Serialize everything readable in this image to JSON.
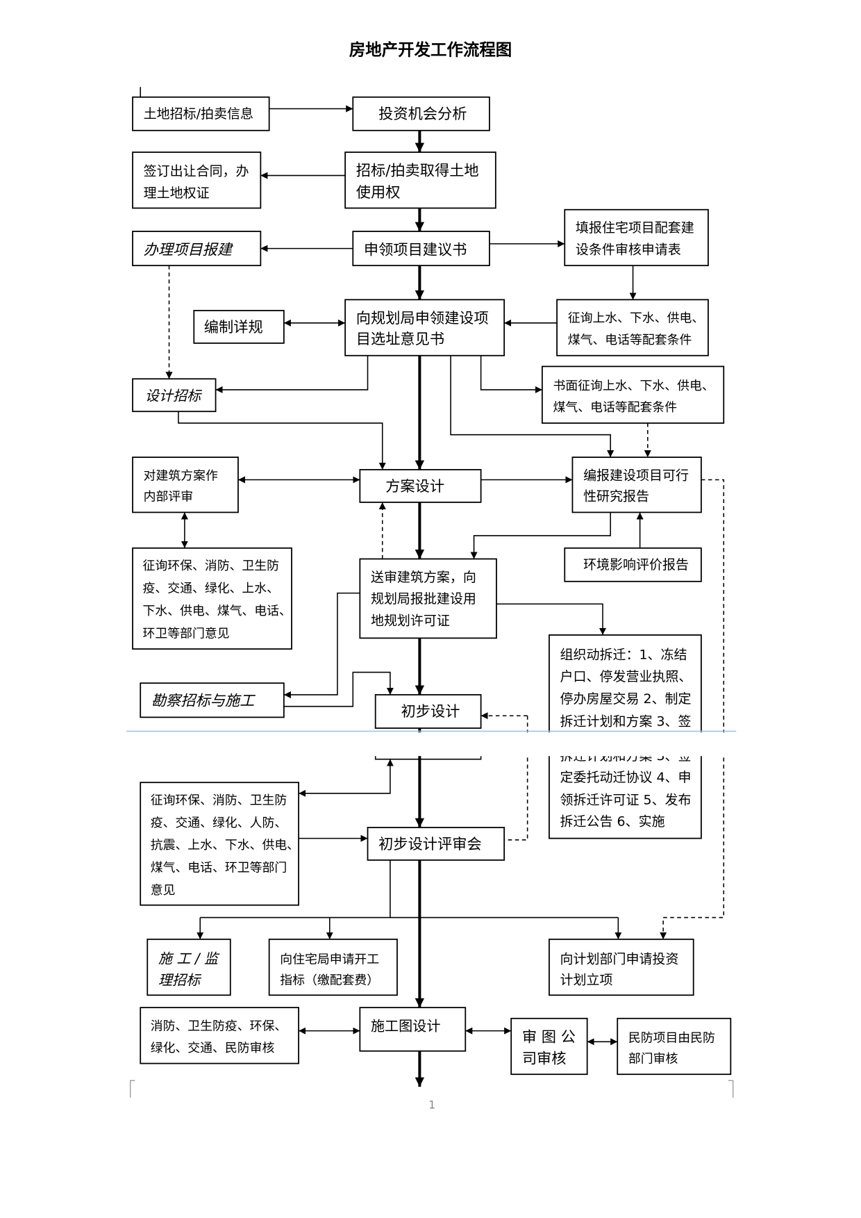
{
  "title": "房地产开发工作流程图",
  "nodes": {
    "land_info": {
      "lines": [
        "土地招标/拍卖信息"
      ]
    },
    "investment_analysis": {
      "lines": [
        "投资机会分析"
      ]
    },
    "sign_contract": {
      "lines": [
        "签订出让合同，办",
        "理土地权证"
      ]
    },
    "acquire_land": {
      "lines": [
        "招标/拍卖取得土地",
        "使用权"
      ]
    },
    "project_filing": {
      "lines": [
        "办理项目报建"
      ]
    },
    "project_proposal": {
      "lines": [
        "申领项目建议书"
      ]
    },
    "supporting_form": {
      "lines": [
        "填报住宅项目配套建",
        "设条件审核申请表"
      ]
    },
    "detailed_plan": {
      "lines": [
        "编制详规"
      ]
    },
    "site_opinion": {
      "lines": [
        "向规划局申领建设项",
        "目选址意见书"
      ]
    },
    "utility_inquiry": {
      "lines": [
        "征询上水、下水、供电、",
        "煤气、电话等配套条件"
      ]
    },
    "design_tender": {
      "lines": [
        "设计招标"
      ]
    },
    "written_utility_inquiry": {
      "lines": [
        "书面征询上水、下水、供电、",
        "煤气、电话等配套条件"
      ]
    },
    "internal_review": {
      "lines": [
        "对建筑方案作",
        "内部评审"
      ]
    },
    "scheme_design": {
      "lines": [
        "方案设计"
      ]
    },
    "feasibility_report": {
      "lines": [
        "编报建设项目可行",
        "性研究报告"
      ]
    },
    "dept_opinions": {
      "lines": [
        "征询环保、消防、卫生防",
        "疫、交通、绿化、上水、",
        "下水、供电、煤气、电话、",
        "环卫等部门意见"
      ]
    },
    "planning_permit": {
      "lines": [
        "送审建筑方案，向",
        "规划局报批建设用",
        "地规划许可证"
      ]
    },
    "eia_report": {
      "lines": [
        "环境影响评价报告"
      ]
    },
    "demolition": {
      "lines": [
        "组织动拆迁：1、冻结",
        "户口、停发营业执照、",
        "停办房屋交易 2、制定",
        "拆迁计划和方案 3、签",
        "定委托动迁协议 4、申",
        "领拆迁许可证 5、发布",
        "拆迁公告 6、实施"
      ]
    },
    "survey_tender": {
      "lines": [
        "勘察招标与施工"
      ]
    },
    "preliminary_design": {
      "lines": [
        "初步设计"
      ]
    },
    "dept_opinions_2": {
      "lines": [
        "征询环保、消防、卫生防",
        "疫、交通、绿化、人防、",
        "抗震、上水、下水、供电、",
        "煤气、电话、环卫等部门",
        "意见"
      ]
    },
    "preliminary_review": {
      "lines": [
        "初步设计评审会"
      ]
    },
    "construction_tender": {
      "lines": [
        "施 工 / 监",
        "理招标"
      ]
    },
    "start_permit": {
      "lines": [
        "向住宅局申请开工",
        "指标（缴配套费）"
      ]
    },
    "investment_plan": {
      "lines": [
        "向计划部门申请投资",
        "计划立项"
      ]
    },
    "approvals": {
      "lines": [
        "消防、卫生防疫、环保、",
        "绿化、交通、民防审核"
      ]
    },
    "construction_drawing": {
      "lines": [
        "施工图设计"
      ]
    },
    "drawing_review": {
      "lines": [
        "审 图 公",
        "司审核"
      ]
    },
    "civil_defense": {
      "lines": [
        "民防项目由民防",
        "部门审核"
      ]
    }
  },
  "page_number": "1",
  "colors": {
    "ink": "#000000",
    "page_break": "#a3c1e3",
    "page_number": "#888888"
  }
}
